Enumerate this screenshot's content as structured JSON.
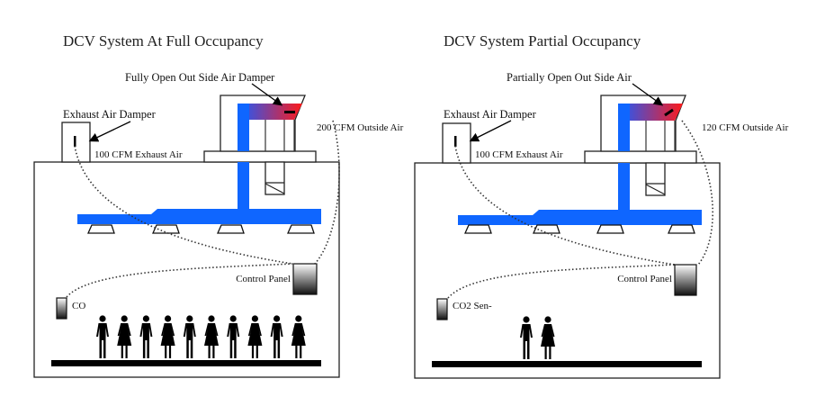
{
  "panels": [
    {
      "id": "full",
      "title": "DCV System At Full Occupancy",
      "damper_label": "Fully Open Out Side Air Damper",
      "damper_state": "fully-open",
      "exhaust_damper_label": "Exhaust Air Damper",
      "exhaust_flow_label": "100 CFM Exhaust Air",
      "outside_flow_label": "200 CFM Outside Air",
      "control_panel_label": "Control Panel",
      "sensor_label": "CO",
      "occupants": [
        "man",
        "woman",
        "man",
        "woman",
        "man",
        "woman",
        "man",
        "woman",
        "man",
        "woman"
      ]
    },
    {
      "id": "partial",
      "title": "DCV System Partial Occupancy",
      "damper_label": "Partially Open Out Side Air",
      "damper_state": "partially-open",
      "exhaust_damper_label": "Exhaust Air Damper",
      "exhaust_flow_label": "100 CFM Exhaust Air",
      "outside_flow_label": "120 CFM Outside Air",
      "control_panel_label": "Control Panel",
      "sensor_label": "CO2 Sen-",
      "occupants": [
        "man",
        "woman"
      ]
    }
  ],
  "colors": {
    "duct": "#0f66ff",
    "outside_air_start": "#1a5cff",
    "outside_air_end": "#ff1a1a"
  }
}
